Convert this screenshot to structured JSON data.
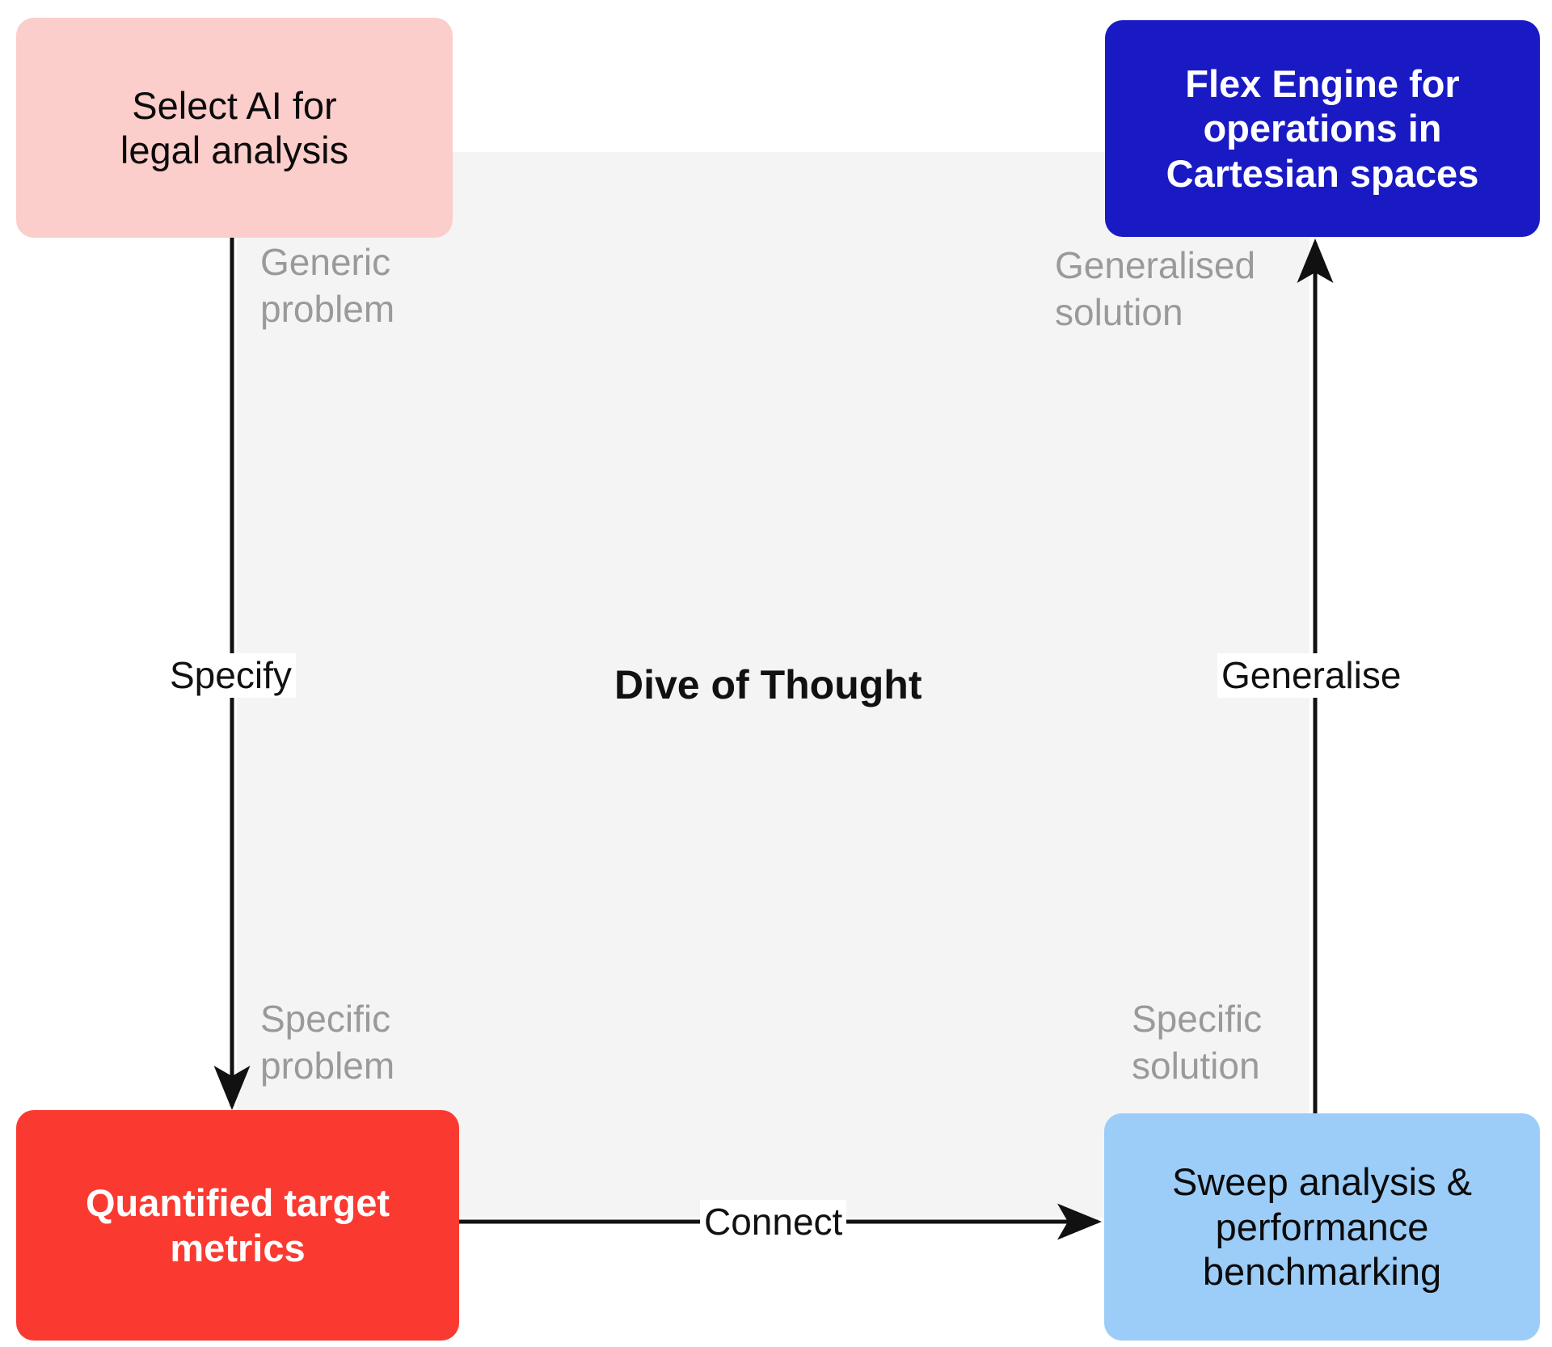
{
  "diagram": {
    "title": "Dive of Thought",
    "background_color": "#ffffff",
    "panel_color": "#f4f4f4",
    "nodes": {
      "generic_problem": {
        "label": "Select AI for\nlegal analysis",
        "fill": "#fbcdcb",
        "text_color": "#0b0b0b",
        "stage": "Generic\nproblem"
      },
      "generalised_solution": {
        "label": "Flex Engine for\noperations in\nCartesian spaces",
        "fill": "#1a1ac5",
        "text_color": "#ffffff",
        "stage": "Generalised\nsolution"
      },
      "specific_problem": {
        "label": "Quantified target\nmetrics",
        "fill": "#fa3a31",
        "text_color": "#ffffff",
        "stage": "Specific\nproblem"
      },
      "specific_solution": {
        "label": "Sweep analysis &\nperformance\nbenchmarking",
        "fill": "#9ccdf8",
        "text_color": "#0b0b0b",
        "stage": "Specific\nsolution"
      }
    },
    "edges": {
      "specify": "Specify",
      "connect": "Connect",
      "generalise": "Generalise"
    },
    "stroke_color": "#111111",
    "stage_text_color": "#9a9a9a"
  }
}
